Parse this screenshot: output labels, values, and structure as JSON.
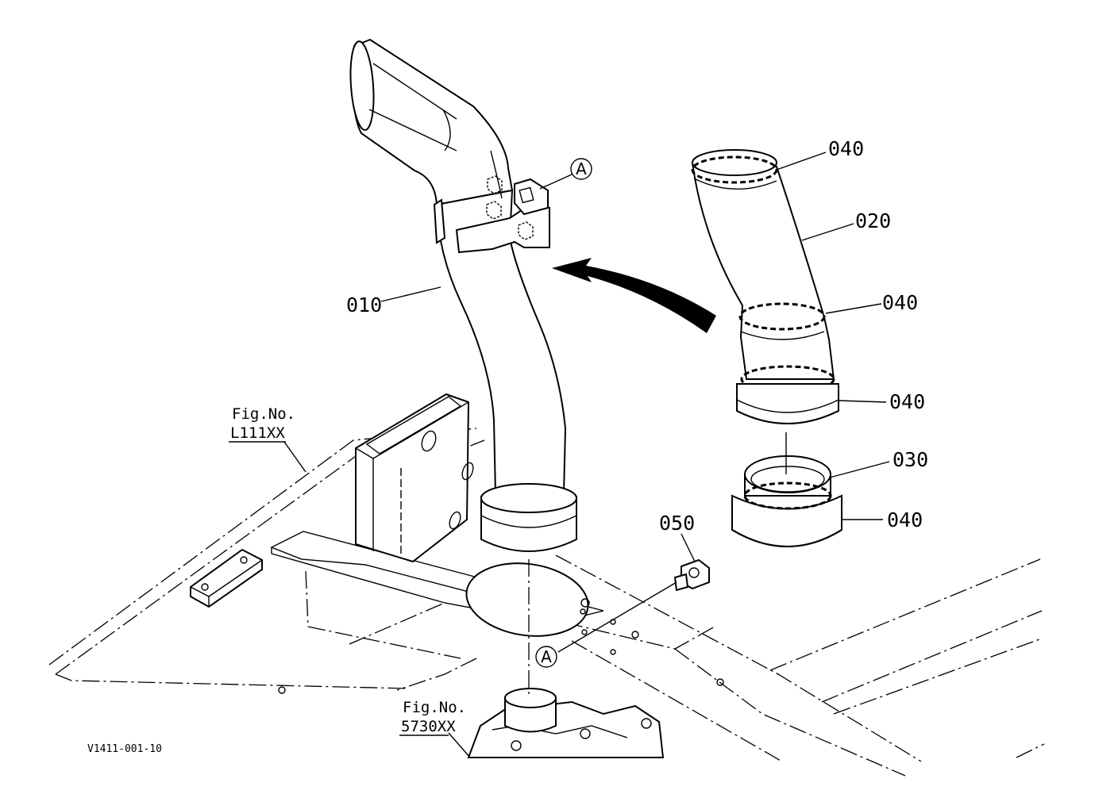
{
  "parts": {
    "p010": "010",
    "p020": "020",
    "p030": "030",
    "p040_a": "040",
    "p040_b": "040",
    "p040_c": "040",
    "p040_d": "040",
    "p050": "050"
  },
  "refs": {
    "a_top": "A",
    "a_bottom": "A"
  },
  "fig_refs": {
    "frame_prefix": "Fig.No.",
    "frame_code": "L111XX",
    "pump_prefix": "Fig.No.",
    "pump_code": "5730XX"
  },
  "drawing_id": "V1411-001-10"
}
